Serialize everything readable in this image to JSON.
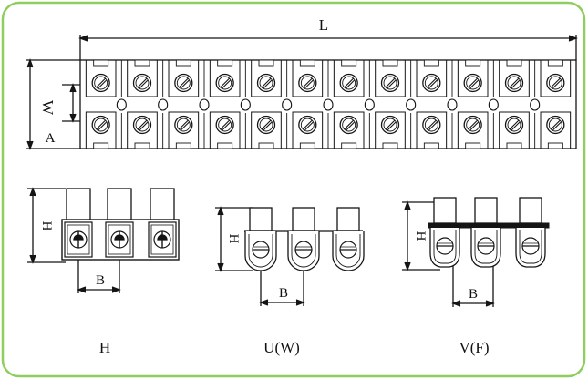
{
  "labels": {
    "top_length": "L",
    "top_width": "W",
    "top_offset": "A",
    "h_height": "H",
    "h_pitch": "B",
    "h_caption": "H",
    "u_height": "H",
    "u_pitch": "B",
    "u_caption": "U(W)",
    "v_height": "H",
    "v_pitch": "B",
    "v_caption": "V(F)"
  },
  "strip": {
    "positions": 12
  },
  "variants": {
    "h_positions": 3,
    "u_positions": 3,
    "v_positions": 3
  },
  "colors": {
    "frame": "#8fce5e",
    "ink": "#151515",
    "fill": "#ffffff"
  }
}
